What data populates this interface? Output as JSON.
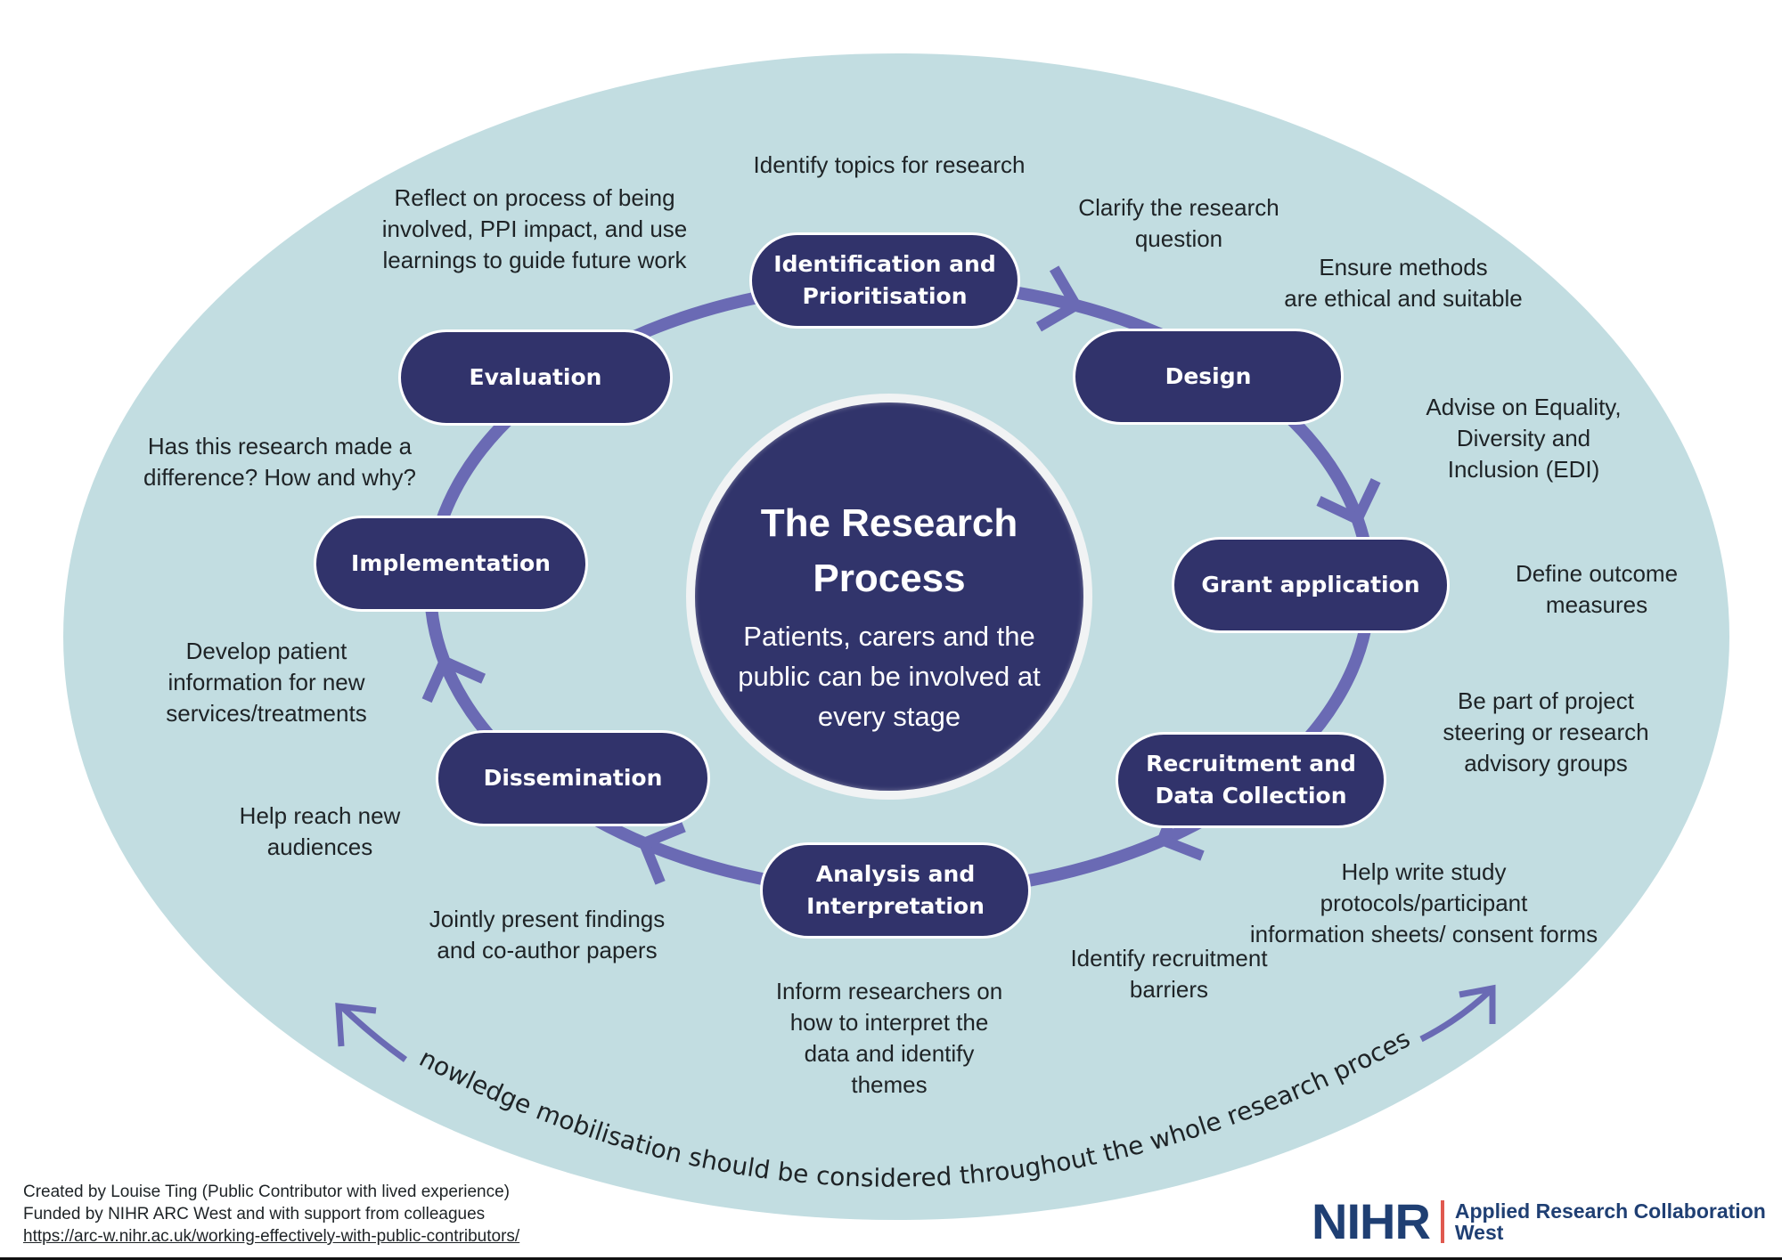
{
  "colors": {
    "background_oval": "#c2dde1",
    "stage_fill": "#31336b",
    "hub_fill": "#31346b",
    "arrow": "#6a6ab4",
    "text": "#1e2326",
    "brand_blue": "#1f3f73",
    "brand_red": "#e0594f"
  },
  "hub": {
    "title": "The Research\nProcess",
    "subtitle": "Patients, carers and the\npublic can be involved at\nevery stage"
  },
  "stages": [
    {
      "id": "identification",
      "label": "Identification and\nPrioritisation"
    },
    {
      "id": "design",
      "label": "Design"
    },
    {
      "id": "grant",
      "label": "Grant application"
    },
    {
      "id": "recruitment",
      "label": "Recruitment and\nData Collection"
    },
    {
      "id": "analysis",
      "label": "Analysis and\nInterpretation"
    },
    {
      "id": "dissemination",
      "label": "Dissemination"
    },
    {
      "id": "implementation",
      "label": "Implementation"
    },
    {
      "id": "evaluation",
      "label": "Evaluation"
    }
  ],
  "notes": [
    {
      "id": "identify-topics",
      "text": "Identify topics for research"
    },
    {
      "id": "clarify-question",
      "text": "Clarify the research\nquestion"
    },
    {
      "id": "ensure-methods",
      "text": "Ensure methods\nare ethical and suitable"
    },
    {
      "id": "advise-edi",
      "text": "Advise on Equality,\nDiversity and\nInclusion (EDI)"
    },
    {
      "id": "define-outcomes",
      "text": "Define outcome\nmeasures"
    },
    {
      "id": "steering-groups",
      "text": "Be part of project\nsteering or research\nadvisory groups"
    },
    {
      "id": "write-protocols",
      "text": "Help write study protocols/participant\ninformation sheets/ consent forms"
    },
    {
      "id": "recruitment-barriers",
      "text": "Identify recruitment\nbarriers"
    },
    {
      "id": "inform-researchers",
      "text": "Inform researchers on\nhow to interpret the\ndata and identify\nthemes"
    },
    {
      "id": "present-findings",
      "text": "Jointly present findings\nand co-author papers"
    },
    {
      "id": "new-audiences",
      "text": "Help reach new\naudiences"
    },
    {
      "id": "patient-info",
      "text": "Develop patient\ninformation for new\nservices/treatments"
    },
    {
      "id": "made-difference",
      "text": "Has this research made a\ndifference? How and why?"
    },
    {
      "id": "reflect",
      "text": "Reflect on process of being\ninvolved, PPI impact, and use\nlearnings to guide future work"
    }
  ],
  "banner": "Knowledge mobilisation should be considered throughout the whole research process",
  "credits": {
    "line1": "Created by Louise Ting (Public Contributor with lived experience)",
    "line2": "Funded by NIHR ARC West and with support from colleagues",
    "link": "https://arc-w.nihr.ac.uk/working-effectively-with-public-contributors/"
  },
  "logo": {
    "acronym": "NIHR",
    "name": "Applied Research Collaboration\nWest"
  },
  "icons": {
    "cycle_arrow": "chevron-arrow-icon",
    "banner_arrows": "curved-arrow-icon"
  }
}
